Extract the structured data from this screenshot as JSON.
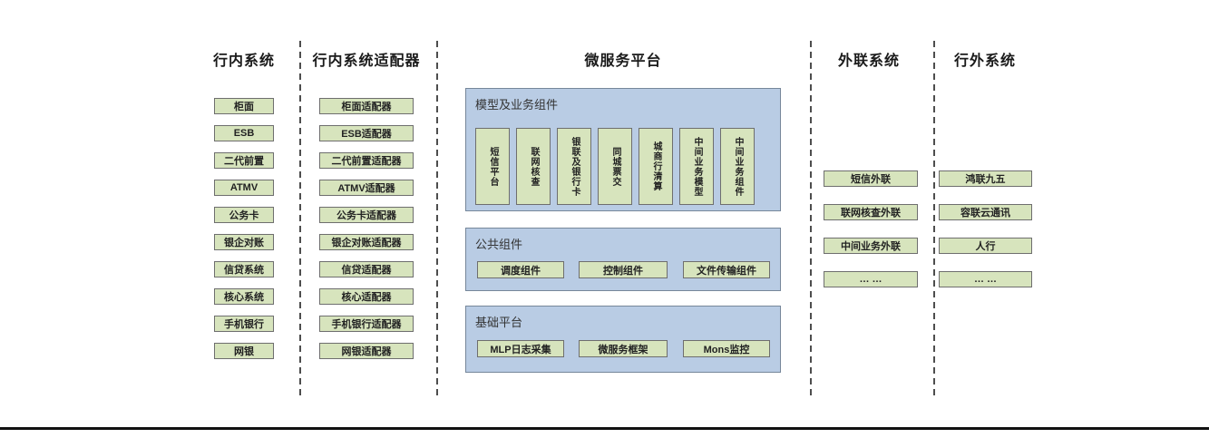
{
  "colors": {
    "box_fill": "#d7e4bd",
    "box_border": "#6e6e6e",
    "panel_fill": "#b9cce4",
    "panel_border": "#76879a",
    "separator": "#4d4d4d",
    "bottom_rule": "#111111"
  },
  "columns": {
    "internal": {
      "title": "行内系统",
      "items": [
        "柜面",
        "ESB",
        "二代前置",
        "ATMV",
        "公务卡",
        "银企对账",
        "信贷系统",
        "核心系统",
        "手机银行",
        "网银"
      ]
    },
    "adapters": {
      "title": "行内系统适配器",
      "items": [
        "柜面适配器",
        "ESB适配器",
        "二代前置适配器",
        "ATMV适配器",
        "公务卡适配器",
        "银企对账适配器",
        "信贷适配器",
        "核心适配器",
        "手机银行适配器",
        "网银适配器"
      ]
    },
    "platform": {
      "title": "微服务平台"
    },
    "outreach": {
      "title": "外联系统",
      "items": [
        "短信外联",
        "联网核查外联",
        "中间业务外联",
        "… …"
      ]
    },
    "external": {
      "title": "行外系统",
      "items": [
        "鸿联九五",
        "容联云通讯",
        "人行",
        "… …"
      ]
    }
  },
  "platform_groups": {
    "model": {
      "title": "模型及业务组件",
      "items": [
        "短信平台",
        "联网核查",
        "银联及银行卡",
        "同城票交",
        "城商行清算",
        "中间业务模型",
        "中间业务组件"
      ]
    },
    "common": {
      "title": "公共组件",
      "items": [
        "调度组件",
        "控制组件",
        "文件传输组件"
      ]
    },
    "base": {
      "title": "基础平台",
      "items": [
        "MLP日志采集",
        "微服务框架",
        "Mons监控"
      ]
    }
  }
}
